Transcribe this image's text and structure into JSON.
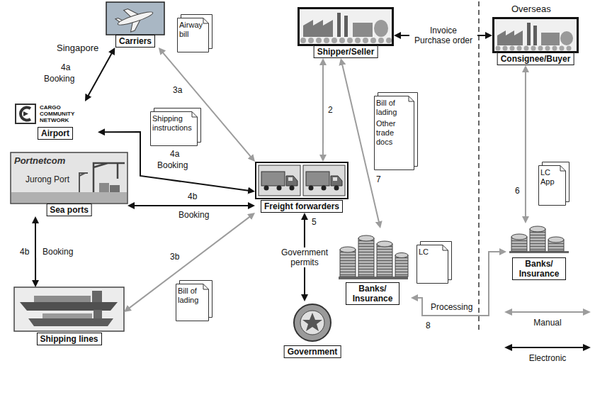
{
  "diagram": {
    "nodes": [
      {
        "text": [
          "Carriers"
        ]
      },
      {
        "text": [
          "Airway bill"
        ]
      },
      {
        "text": [
          "Airport"
        ]
      },
      {
        "text": [
          "Shipper/Seller"
        ]
      },
      {
        "text": [
          "Consignee/Buyer"
        ]
      },
      {
        "text": [
          "Shipping instructions"
        ]
      },
      {
        "text": [
          "Bill of lading",
          "Other trade docs"
        ]
      },
      {
        "text": [
          "LC App"
        ]
      },
      {
        "text": [
          "Sea ports"
        ]
      },
      {
        "text": [
          "Freight forwarders"
        ]
      },
      {
        "text": [
          "Banks/ Insurance"
        ]
      },
      {
        "text": [
          "LC"
        ]
      },
      {
        "text": [
          "Banks/ Insurance"
        ]
      },
      {
        "text": [
          "Shipping lines"
        ]
      },
      {
        "text": [
          "Bill of lading"
        ]
      },
      {
        "text": [
          "Government"
        ]
      }
    ],
    "edges": [
      {
        "from": 0,
        "to": 2,
        "arrow": "both",
        "label": "Booking"
      },
      {
        "from": 2,
        "to": 9,
        "arrow": "both",
        "label": "Booking"
      },
      {
        "from": 8,
        "to": 9,
        "arrow": "both",
        "label": "Booking"
      },
      {
        "from": 8,
        "to": 13,
        "arrow": "both",
        "label": "Booking"
      },
      {
        "from": 9,
        "to": 0,
        "arrow": "both"
      },
      {
        "from": 9,
        "to": 13,
        "arrow": "both"
      },
      {
        "from": 3,
        "to": 9,
        "arrow": "both"
      },
      {
        "from": 3,
        "to": 4,
        "arrow": "both",
        "label": "Invoice Purchase order"
      },
      {
        "from": 3,
        "to": 10,
        "arrow": "both"
      },
      {
        "from": 9,
        "to": 15,
        "arrow": "both",
        "label": "Government permits"
      },
      {
        "from": 4,
        "to": 12,
        "arrow": "both"
      },
      {
        "from": 10,
        "to": 12,
        "arrow": "both",
        "label": "Processing"
      }
    ],
    "labels": [
      "Singapore",
      "Overseas",
      "4a",
      "4a",
      "3a",
      "2",
      "4b",
      "4b",
      "3b",
      "5",
      "7",
      "6",
      "8",
      "CARGO COMMUNITY NETWORK",
      "Portnetcom",
      "Jurong Port"
    ],
    "legend": [
      {
        "text": "Manual"
      },
      {
        "text": "Electronic"
      }
    ]
  }
}
